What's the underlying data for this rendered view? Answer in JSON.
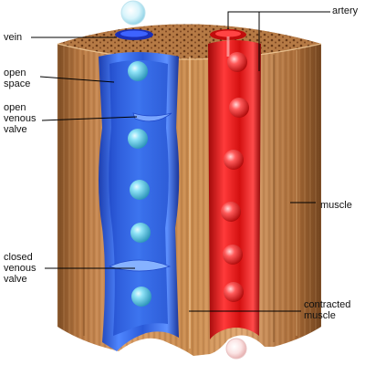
{
  "labels": {
    "vein": "vein",
    "artery": "artery",
    "open_space": [
      "open",
      "space"
    ],
    "open_valve": [
      "open",
      "venous",
      "valve"
    ],
    "closed_valve": [
      "closed",
      "venous",
      "valve"
    ],
    "muscle": "muscle",
    "contracted_muscle": [
      "contracted",
      "muscle"
    ]
  },
  "colors": {
    "vein_blue": "#2f6be8",
    "artery_red": "#e01818",
    "muscle_tan": "#c98b4e",
    "muscle_dark": "#7a4a22",
    "blood_cell_blue": "#6fd4f0",
    "blood_cell_red": "#ff8a8a"
  }
}
